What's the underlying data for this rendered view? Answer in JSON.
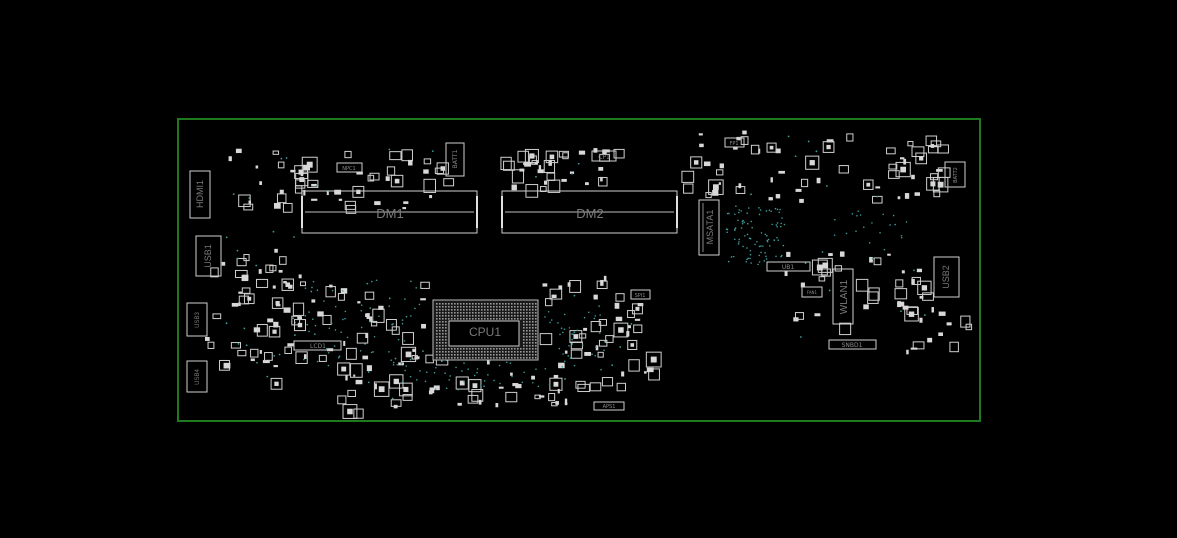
{
  "board": {
    "outline_color": "#1f7a1f",
    "part_color": "#cfcfcf",
    "via_color": "#3f9a9a"
  },
  "components": {
    "dm1": "DM1",
    "dm2": "DM2",
    "cpu1": "CPU1",
    "hdmi1": "HDMI1",
    "usb1": "USB1",
    "usb2": "USB2",
    "usb3": "USB3",
    "usb4": "USB4",
    "msata1": "MSATA1",
    "wlan1": "WLAN1",
    "batt1": "BATT1",
    "lcd1": "LCD1",
    "snbd1": "SNBD1",
    "ub1": "UB1",
    "aps1": "APS1",
    "spi1": "SPI1",
    "cp1": "CP1",
    "npc1": "NPC1",
    "fp1": "FP1",
    "fan1": "FAN1",
    "batt2": "BATT2"
  }
}
